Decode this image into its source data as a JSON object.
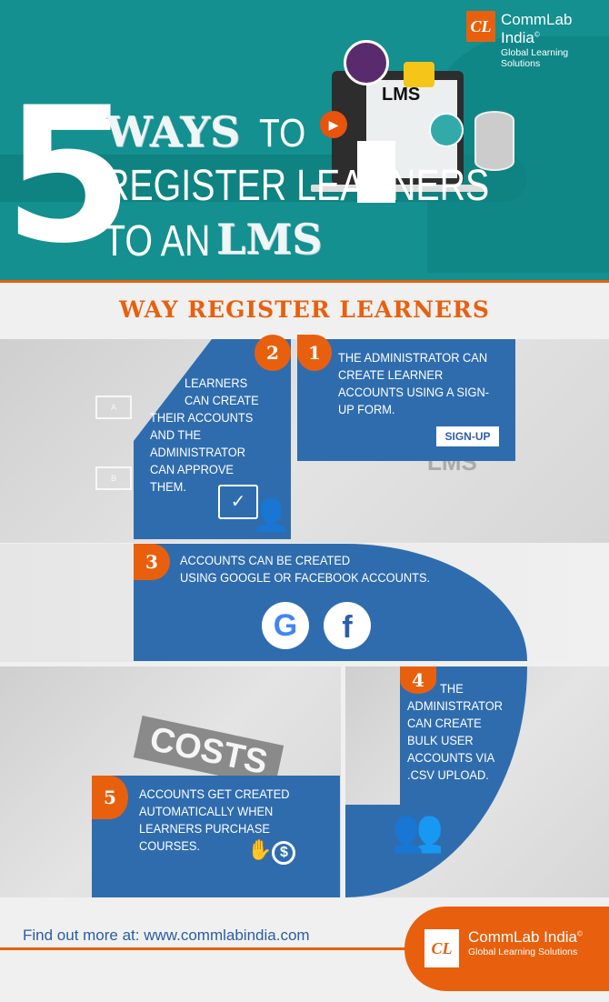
{
  "header": {
    "logo": {
      "mark": "CL",
      "name": "CommLab India",
      "copyright": "©",
      "tagline": "Global Learning Solutions"
    },
    "title": {
      "number": "5",
      "ways": "WAYS",
      "to1": "TO",
      "line2": "REGISTER LEARNERS",
      "to_an": "TO AN",
      "lms": "LMS"
    },
    "illustration_label": "LMS"
  },
  "section_title": "WAY REGISTER LEARNERS",
  "ways": [
    {
      "number": "1",
      "text": "The administrator can create learner accounts using a sign-up form.",
      "button": "SIGN-UP"
    },
    {
      "number": "2",
      "lines": [
        "Learners",
        "can create",
        "their accounts",
        "and the",
        "administrator",
        "can approve",
        "them."
      ]
    },
    {
      "number": "3",
      "lines": [
        "Accounts can be created",
        "using Google or Facebook accounts."
      ]
    },
    {
      "number": "4",
      "lines": [
        "The",
        "administrator",
        "can create",
        "bulk user",
        "accounts via",
        ".CSV upload."
      ]
    },
    {
      "number": "5",
      "lines": [
        "Accounts get created",
        "automatically when",
        "learners purchase",
        "courses."
      ]
    }
  ],
  "photo_labels": {
    "costs": "COSTS",
    "lms_bg": "LMS",
    "a": "A",
    "b": "B"
  },
  "footer": {
    "text": "Find out more at: www.commlabindia.com",
    "logo": {
      "mark": "CL",
      "name": "CommLab India",
      "copyright": "©",
      "tagline": "Global Learning Solutions"
    }
  },
  "colors": {
    "teal": "#13908f",
    "orange": "#e8600e",
    "blue": "#2f6cae",
    "bg": "#f0f0f0"
  }
}
